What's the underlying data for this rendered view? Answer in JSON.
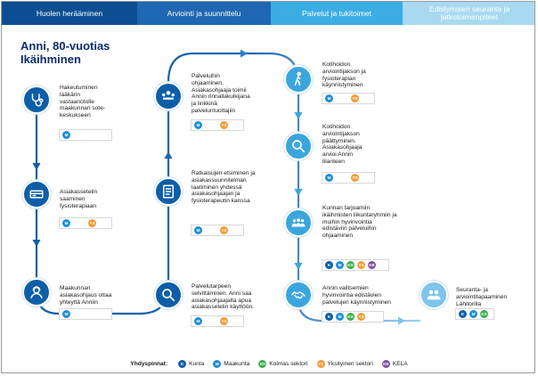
{
  "phases": [
    {
      "label": "Huolen herääminen"
    },
    {
      "label": "Arviointi ja suunnittelu"
    },
    {
      "label": "Palvelut ja tukitoimet"
    },
    {
      "label": "Edistymisen seuranta ja jatkotoimenpiteet"
    }
  ],
  "title_line1": "Anni, 80-vuotias",
  "title_line2": "Ikäihminen",
  "steps": [
    {
      "icon": "stethoscope-icon",
      "lines": [
        "Hakeutuminen",
        "lääkärin",
        "vastaanotolle",
        "maakunnan sote-",
        "keskukseen"
      ],
      "chips": [
        "M"
      ]
    },
    {
      "icon": "card-reader-icon",
      "lines": [
        "Asiakassetelin",
        "saaminen",
        "fysioterapiaan"
      ],
      "chips": [
        "M",
        "YS"
      ]
    },
    {
      "icon": "call-center-icon",
      "lines": [
        "Maakunnan",
        "asiakasohjaus ottaa",
        "yhteyttä Anniin"
      ],
      "chips": [
        "M"
      ]
    },
    {
      "icon": "search-icon",
      "lines": [
        "Palvelutarpeen",
        "selvittäminen. Anni saa",
        "asiakasohjaajalta apua",
        "asiakassetelin käyttöön."
      ],
      "chips": [
        "M",
        "YS"
      ]
    },
    {
      "icon": "checklist-icon",
      "lines": [
        "Ratkaisujen etsiminen ja",
        "asiakassuunnitelman",
        "laatiminen yhdessä",
        "asiakasohjaajan ja",
        "fysioterapeutin kanssa"
      ],
      "chips": [
        "M",
        "YS"
      ]
    },
    {
      "icon": "meeting-icon",
      "lines": [
        "Palveluihin",
        "ohjaaminen.",
        "Asiakasohjaaja toimii",
        "Annin rinnallakulkijana",
        "ja linkkinä",
        "palveluntuottajiin"
      ],
      "chips": [
        "M",
        "YS"
      ]
    },
    {
      "icon": "walking-person-icon",
      "lines": [
        "Kotihoidon",
        "arviointijakson ja",
        "fysioterapian",
        "käynnistyminen"
      ],
      "chips": [
        "M",
        "YS"
      ]
    },
    {
      "icon": "search-icon",
      "lines": [
        "Kotihoidon",
        "arviointijakson",
        "päättyminen.",
        "Asiakasohjaaja",
        "arvioi Annin",
        "tilanteen"
      ],
      "chips": [
        "M",
        "YS"
      ]
    },
    {
      "icon": "group-icon",
      "lines": [
        "Kunnan tarjoamiin",
        "ikäihmisten liikuntaryhmiin ja",
        "muihin hyvinvointia",
        "edistäviin palveluihin",
        "ohjaaminen"
      ],
      "chips": [
        "K",
        "M",
        "KS",
        "YS",
        "KE"
      ]
    },
    {
      "icon": "handshake-icon",
      "lines": [
        "Annin valitsemien",
        "hyvinvointia edistävien",
        "palvelujen käynnistyminen"
      ],
      "chips": [
        "K",
        "M",
        "KS",
        "YS"
      ]
    },
    {
      "icon": "people-icon",
      "lines": [
        "Seuranta- ja",
        "arviointitapaaminen",
        "Lähitorilla"
      ],
      "chips": [
        "K",
        "M",
        "KS"
      ]
    }
  ],
  "legend": {
    "title": "Yhdyspinnat:",
    "items": [
      {
        "code": "K",
        "label": "Kunta"
      },
      {
        "code": "M",
        "label": "Maakunta"
      },
      {
        "code": "KS",
        "label": "Kolmas sektori"
      },
      {
        "code": "YS",
        "label": "Yksityinen sektori"
      },
      {
        "code": "KE",
        "label": "KELA"
      }
    ]
  },
  "colors": {
    "phase1": "#0b4f92",
    "phase2": "#1f67b2",
    "phase3": "#3bade3",
    "phase4": "#a8d9f1",
    "node": "#0d5ea8",
    "node_light": "#3aa6dd",
    "flow_line": "#0d5ea8",
    "chip_K": "#0d5ea8",
    "chip_M": "#1d8fd6",
    "chip_KS": "#3aae49",
    "chip_YS": "#f39b33",
    "chip_KE": "#7f4f9e"
  }
}
